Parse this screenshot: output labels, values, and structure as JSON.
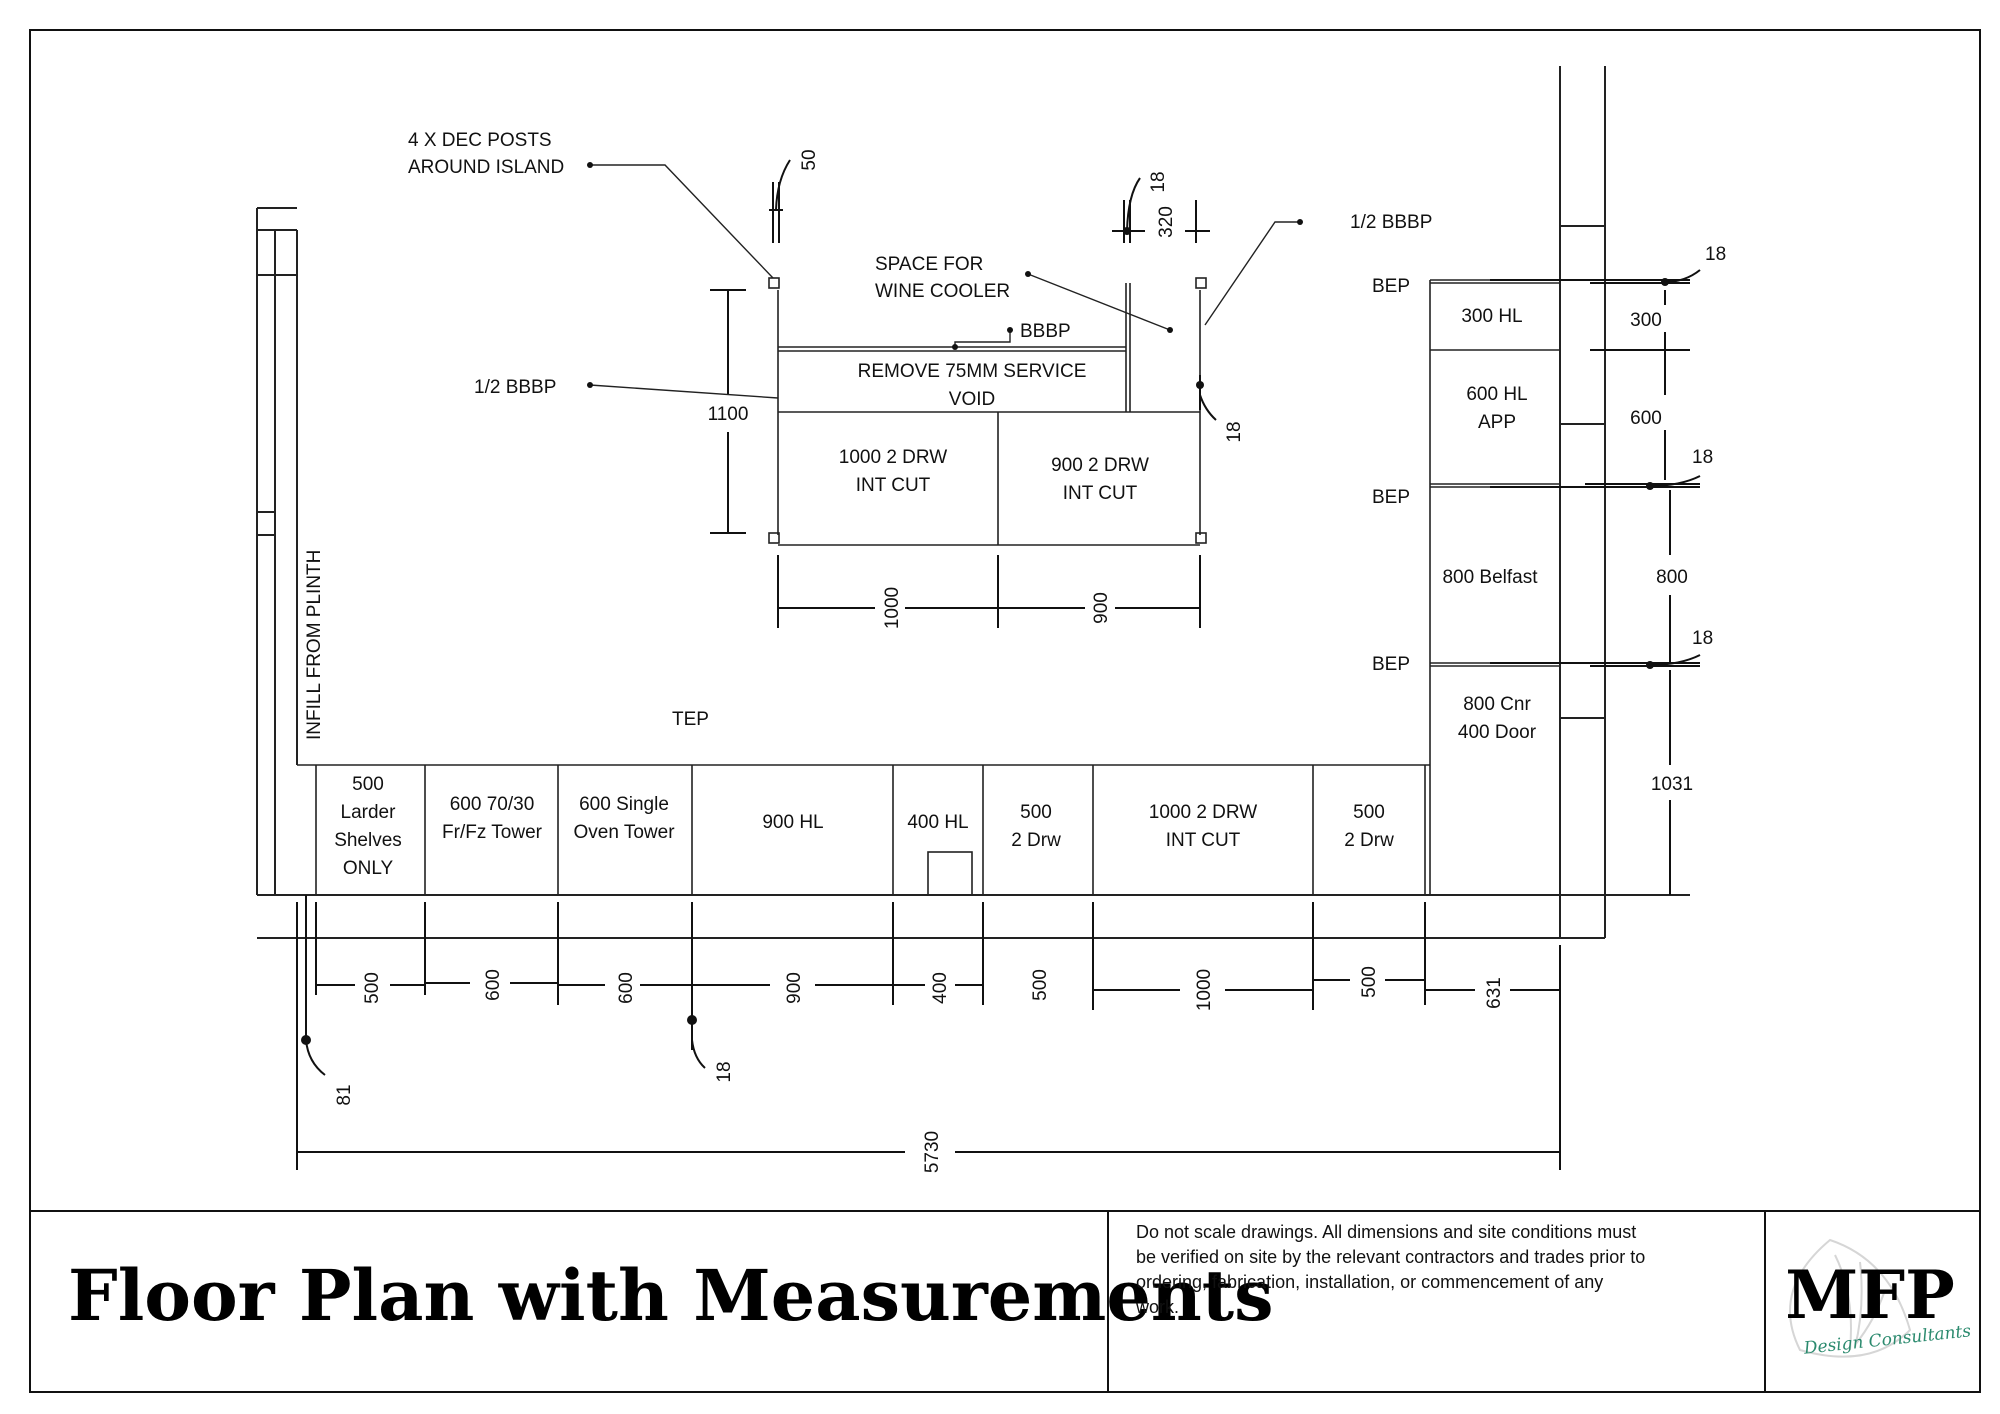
{
  "title_block": {
    "title": "Floor Plan with Measurements",
    "note_lines": [
      "Do not scale drawings. All dimensions and site conditions must",
      "be verified on site by the relevant contractors and trades prior to",
      "ordering, fabrication, installation, or commencement of any",
      "work."
    ],
    "logo": "MFP",
    "logo_tagline": "Design Consultants"
  },
  "island": {
    "posts_note": [
      "4 X DEC POSTS",
      "AROUND ISLAND"
    ],
    "wine_note": [
      "SPACE FOR",
      "WINE COOLER"
    ],
    "bbbp": "BBBP",
    "half_bbbp_left": "1/2 BBBP",
    "half_bbbp_right": "1/2 BBBP",
    "void": [
      "REMOVE 75MM SERVICE",
      "VOID"
    ],
    "unit_a": [
      "1000 2 DRW",
      "INT CUT"
    ],
    "unit_b": [
      "900 2 DRW",
      "INT CUT"
    ],
    "dims": {
      "post": "50",
      "depth": "1100",
      "gap_18a": "18",
      "gap_320": "320",
      "gap_18b": "18",
      "width_a": "1000",
      "width_b": "900"
    }
  },
  "wall_run": {
    "infill": "INFILL FROM PLINTH",
    "tep": "TEP",
    "units": [
      [
        "500",
        "Larder",
        "Shelves",
        "ONLY"
      ],
      [
        "600 70/30",
        "Fr/Fz Tower"
      ],
      [
        "600 Single",
        "Oven Tower"
      ],
      [
        "900 HL"
      ],
      [
        "400 HL"
      ],
      [
        "500",
        "2 Drw"
      ],
      [
        "1000 2 DRW",
        "INT CUT"
      ],
      [
        "500",
        "2 Drw"
      ]
    ],
    "dims": [
      "500",
      "600",
      "600",
      "900",
      "400",
      "500",
      "1000",
      "500",
      "631"
    ],
    "offset_left": "81",
    "offset_mid": "18",
    "overall": "5730"
  },
  "side_run": {
    "bep_labels": [
      "BEP",
      "BEP",
      "BEP"
    ],
    "units": [
      [
        "300 HL"
      ],
      [
        "600 HL",
        "APP"
      ],
      [
        "800 Belfast"
      ],
      [
        "800 Cnr",
        "400 Door"
      ]
    ],
    "dims": [
      "300",
      "600",
      "800",
      "1031"
    ],
    "gap_labels": [
      "18",
      "18",
      "18"
    ]
  }
}
